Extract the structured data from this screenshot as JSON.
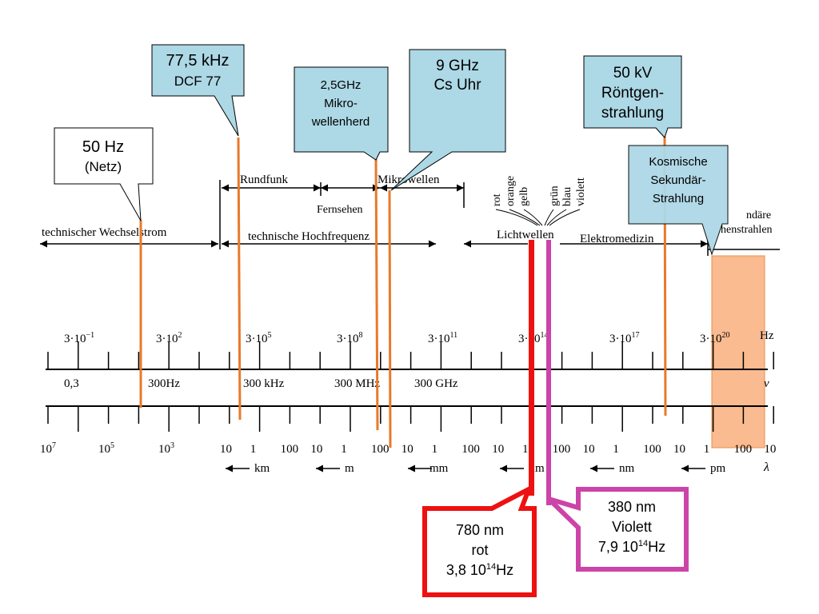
{
  "colors": {
    "orange": "#e8792a",
    "red": "#ee1111",
    "magenta": "#cc44a8",
    "callout_fill": "#add8e6",
    "band_fill": "#f8b07c"
  },
  "band_labels": {
    "wechselstrom": "technischer Wechselstrom",
    "rundfunk": "Rundfunk",
    "fernsehen": "Fernsehen",
    "mikrowellen": "Mikrowellen",
    "hochfrequenz": "technische Hochfrequenz",
    "lichtwellen": "Lichtwellen",
    "elektromedizin": "Elektromedizin",
    "sekundaer_1": "ndäre",
    "sekundaer_2": "henstrahlen"
  },
  "light_colors": [
    "rot",
    "orange",
    "gelb",
    "grün",
    "blau",
    "violett"
  ],
  "frequency_axis": {
    "unit": "Hz",
    "powers": [
      {
        "base": "3·10",
        "exp": "−1"
      },
      {
        "base": "3·10",
        "exp": "2"
      },
      {
        "base": "3·10",
        "exp": "5"
      },
      {
        "base": "3·10",
        "exp": "8"
      },
      {
        "base": "3·10",
        "exp": "11"
      },
      {
        "base": "3·10",
        "exp": "14"
      },
      {
        "base": "3·10",
        "exp": "17"
      },
      {
        "base": "3·10",
        "exp": "20"
      }
    ],
    "values": [
      "0,3",
      "300Hz",
      "300 kHz",
      "300 MHz",
      "300 GHz"
    ],
    "nu_symbol": "ν"
  },
  "wavelength_axis": {
    "symbol": "λ",
    "powers": [
      {
        "base": "10",
        "exp": "7"
      },
      {
        "base": "10",
        "exp": "5"
      },
      {
        "base": "10",
        "exp": "3"
      }
    ],
    "numbers": [
      "10",
      "1",
      "100",
      "10",
      "1",
      "100",
      "10",
      "1",
      "100",
      "10",
      "1",
      "100",
      "10",
      "1",
      "100",
      "10",
      "1",
      "100",
      "10"
    ],
    "units": [
      "km",
      "m",
      "mm",
      "μm",
      "nm",
      "pm"
    ]
  },
  "callouts": {
    "netz": {
      "line1": "50 Hz",
      "line2": "(Netz)"
    },
    "dcf": {
      "line1": "77,5 kHz",
      "line2": "DCF 77"
    },
    "mikro": {
      "line1": "2,5GHz",
      "line2": "Mikro-",
      "line3": "wellenherd"
    },
    "cs": {
      "line1": "9 GHz",
      "line2": "Cs Uhr"
    },
    "roentgen": {
      "line1": "50 kV",
      "line2": "Röntgen-",
      "line3": "strahlung"
    },
    "kosmisch": {
      "line1": "Kosmische",
      "line2": "Sekundär-",
      "line3": "Strahlung"
    },
    "rot": {
      "line1": "780 nm",
      "line2": "rot",
      "line3_base": "3,8 10",
      "line3_exp": "14",
      "line3_unit": "Hz"
    },
    "violett": {
      "line1": "380 nm",
      "line2": "Violett",
      "line3_base": "7,9 10",
      "line3_exp": "14",
      "line3_unit": "Hz"
    }
  }
}
